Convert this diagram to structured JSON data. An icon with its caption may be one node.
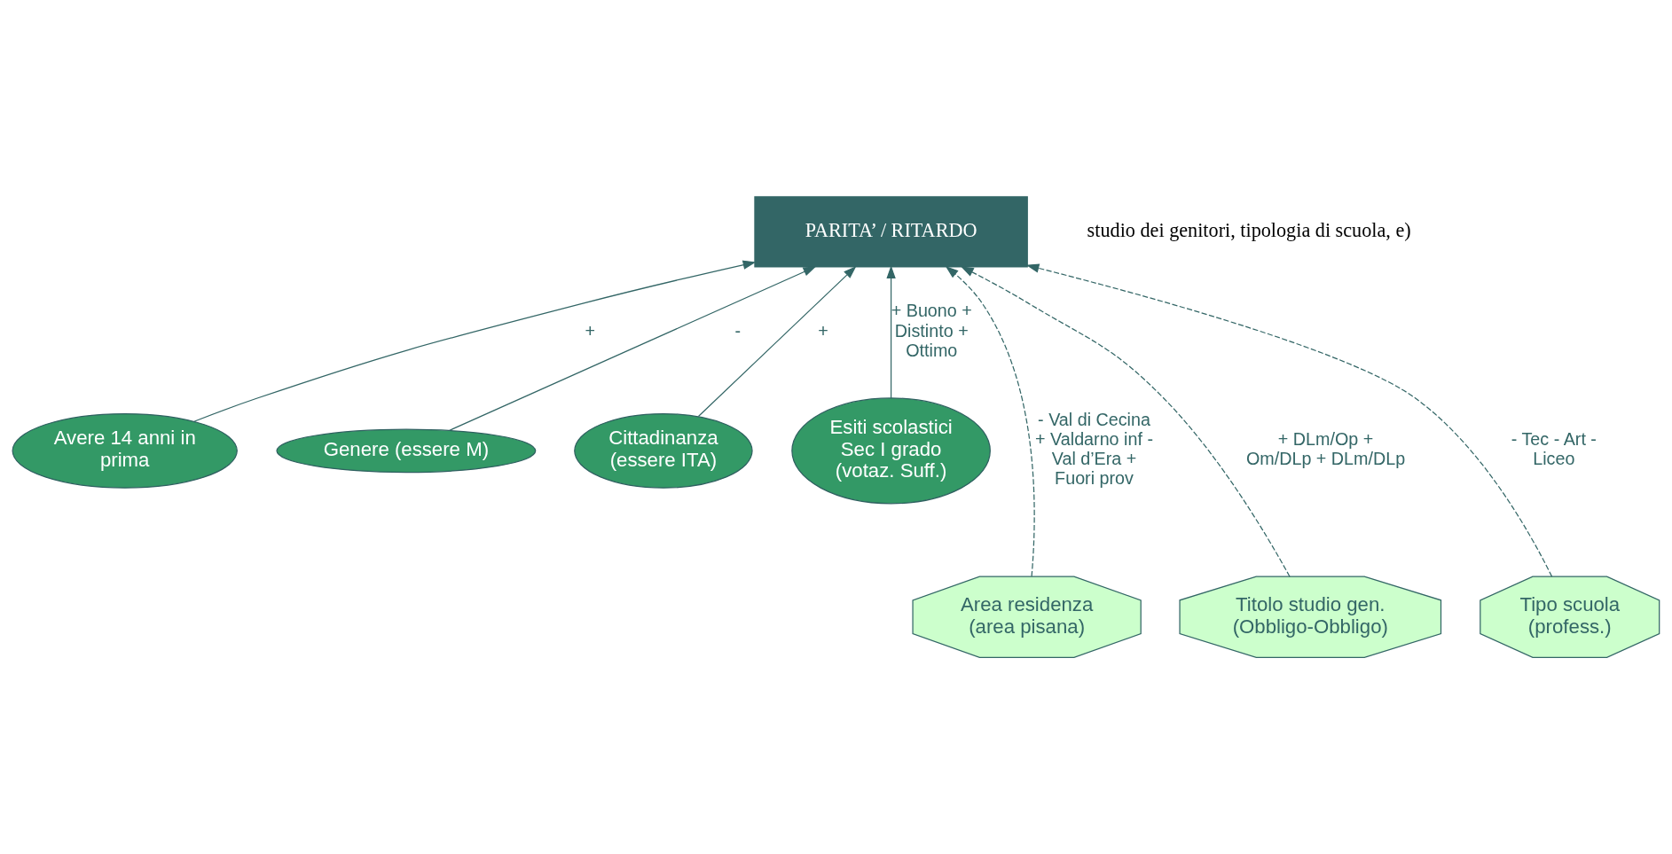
{
  "diagram": {
    "nodes": [
      {
        "text": [
          "PARITA’ / RITARDO"
        ]
      },
      {
        "text": [
          "Avere 14 anni in prima"
        ]
      },
      {
        "text": [
          "Genere (essere M)"
        ]
      },
      {
        "text": [
          "Cittadinanza (essere ITA)"
        ]
      },
      {
        "text": [
          "Esiti scolastici Sec I grado (votaz. Suff.)"
        ]
      },
      {
        "text": [
          "Area residenza (area pisana)"
        ]
      },
      {
        "text": [
          "Titolo studio gen. (Obbligo-Obbligo)"
        ]
      },
      {
        "text": [
          "Tipo scuola (profess.)"
        ]
      }
    ],
    "edges": [
      {
        "from": 1,
        "to": 0,
        "arrow": "to",
        "label": "+"
      },
      {
        "from": 2,
        "to": 0,
        "arrow": "to",
        "label": "-"
      },
      {
        "from": 3,
        "to": 0,
        "arrow": "to",
        "label": "+"
      },
      {
        "from": 5,
        "to": 0,
        "arrow": "to",
        "style": "dashed",
        "label": "- Val di Cecina + Valdarno inf - Val d’Era + Fuori prov"
      },
      {
        "from": 6,
        "to": 0,
        "arrow": "to",
        "style": "dashed",
        "label": "+ DLm/Op + Om/DLp + DLm/DLp"
      },
      {
        "from": 4,
        "to": 0,
        "arrow": "to",
        "label": "+ Buono + Distinto + Ottimo"
      },
      {
        "from": 7,
        "to": 0,
        "arrow": "to",
        "style": "dashed",
        "label": "- Tec - Art - Liceo"
      }
    ],
    "labels": [
      "studio dei genitori, tipologia di scuola, e)"
    ]
  }
}
